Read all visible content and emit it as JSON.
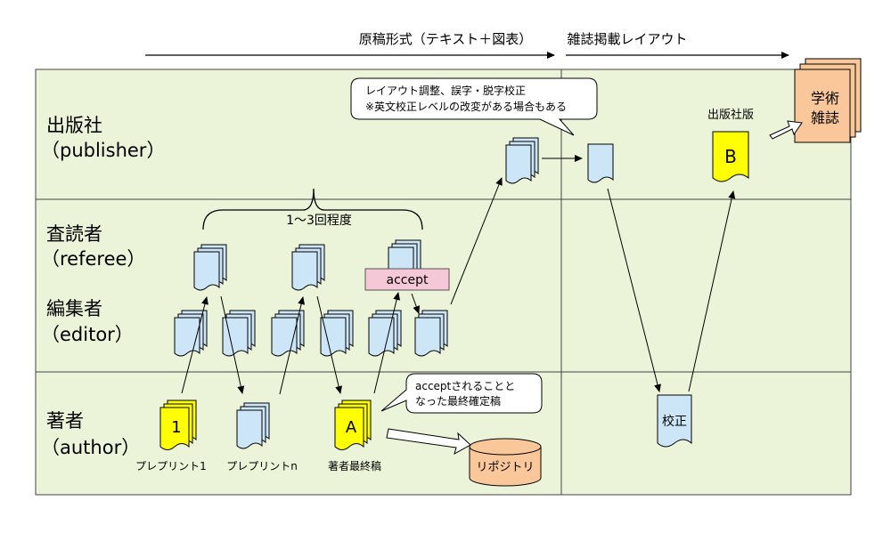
{
  "header": {
    "manuscript_format": "原稿形式（テキスト＋図表）",
    "journal_layout": "雑誌掲載レイアウト"
  },
  "lanes": {
    "publisher": {
      "ja": "出版社",
      "en": "（publisher）"
    },
    "referee": {
      "ja": "査読者",
      "en": "（referee）"
    },
    "editor": {
      "ja": "編集者",
      "en": "（editor）"
    },
    "author": {
      "ja": "著者",
      "en": "（author）"
    }
  },
  "labels": {
    "rounds": "1〜3回程度",
    "accept": "accept",
    "preprint_1": "プレプリント1",
    "preprint_n": "プレプリントn",
    "author_final": "著者最終稿",
    "publisher_version": "出版社版",
    "repository": "リポジトリ",
    "journal_line1": "学術",
    "journal_line2": "雑誌",
    "doc_1": "1",
    "doc_a": "A",
    "doc_b": "B",
    "proof": "校正"
  },
  "callouts": {
    "layout_line1": "レイアウト調整、誤字・脱字校正",
    "layout_line2": "※英文校正レベルの改変がある場合もある",
    "accepted_line1": "acceptされることと",
    "accepted_line2": "なった最終確定稿"
  },
  "colors": {
    "lane_fill": "#ebf4d8",
    "doc_blue": "#cce6f7",
    "doc_yellow": "#ffff00",
    "accept_pink": "#f5c8d8",
    "repo_orange": "#f9c79a"
  }
}
